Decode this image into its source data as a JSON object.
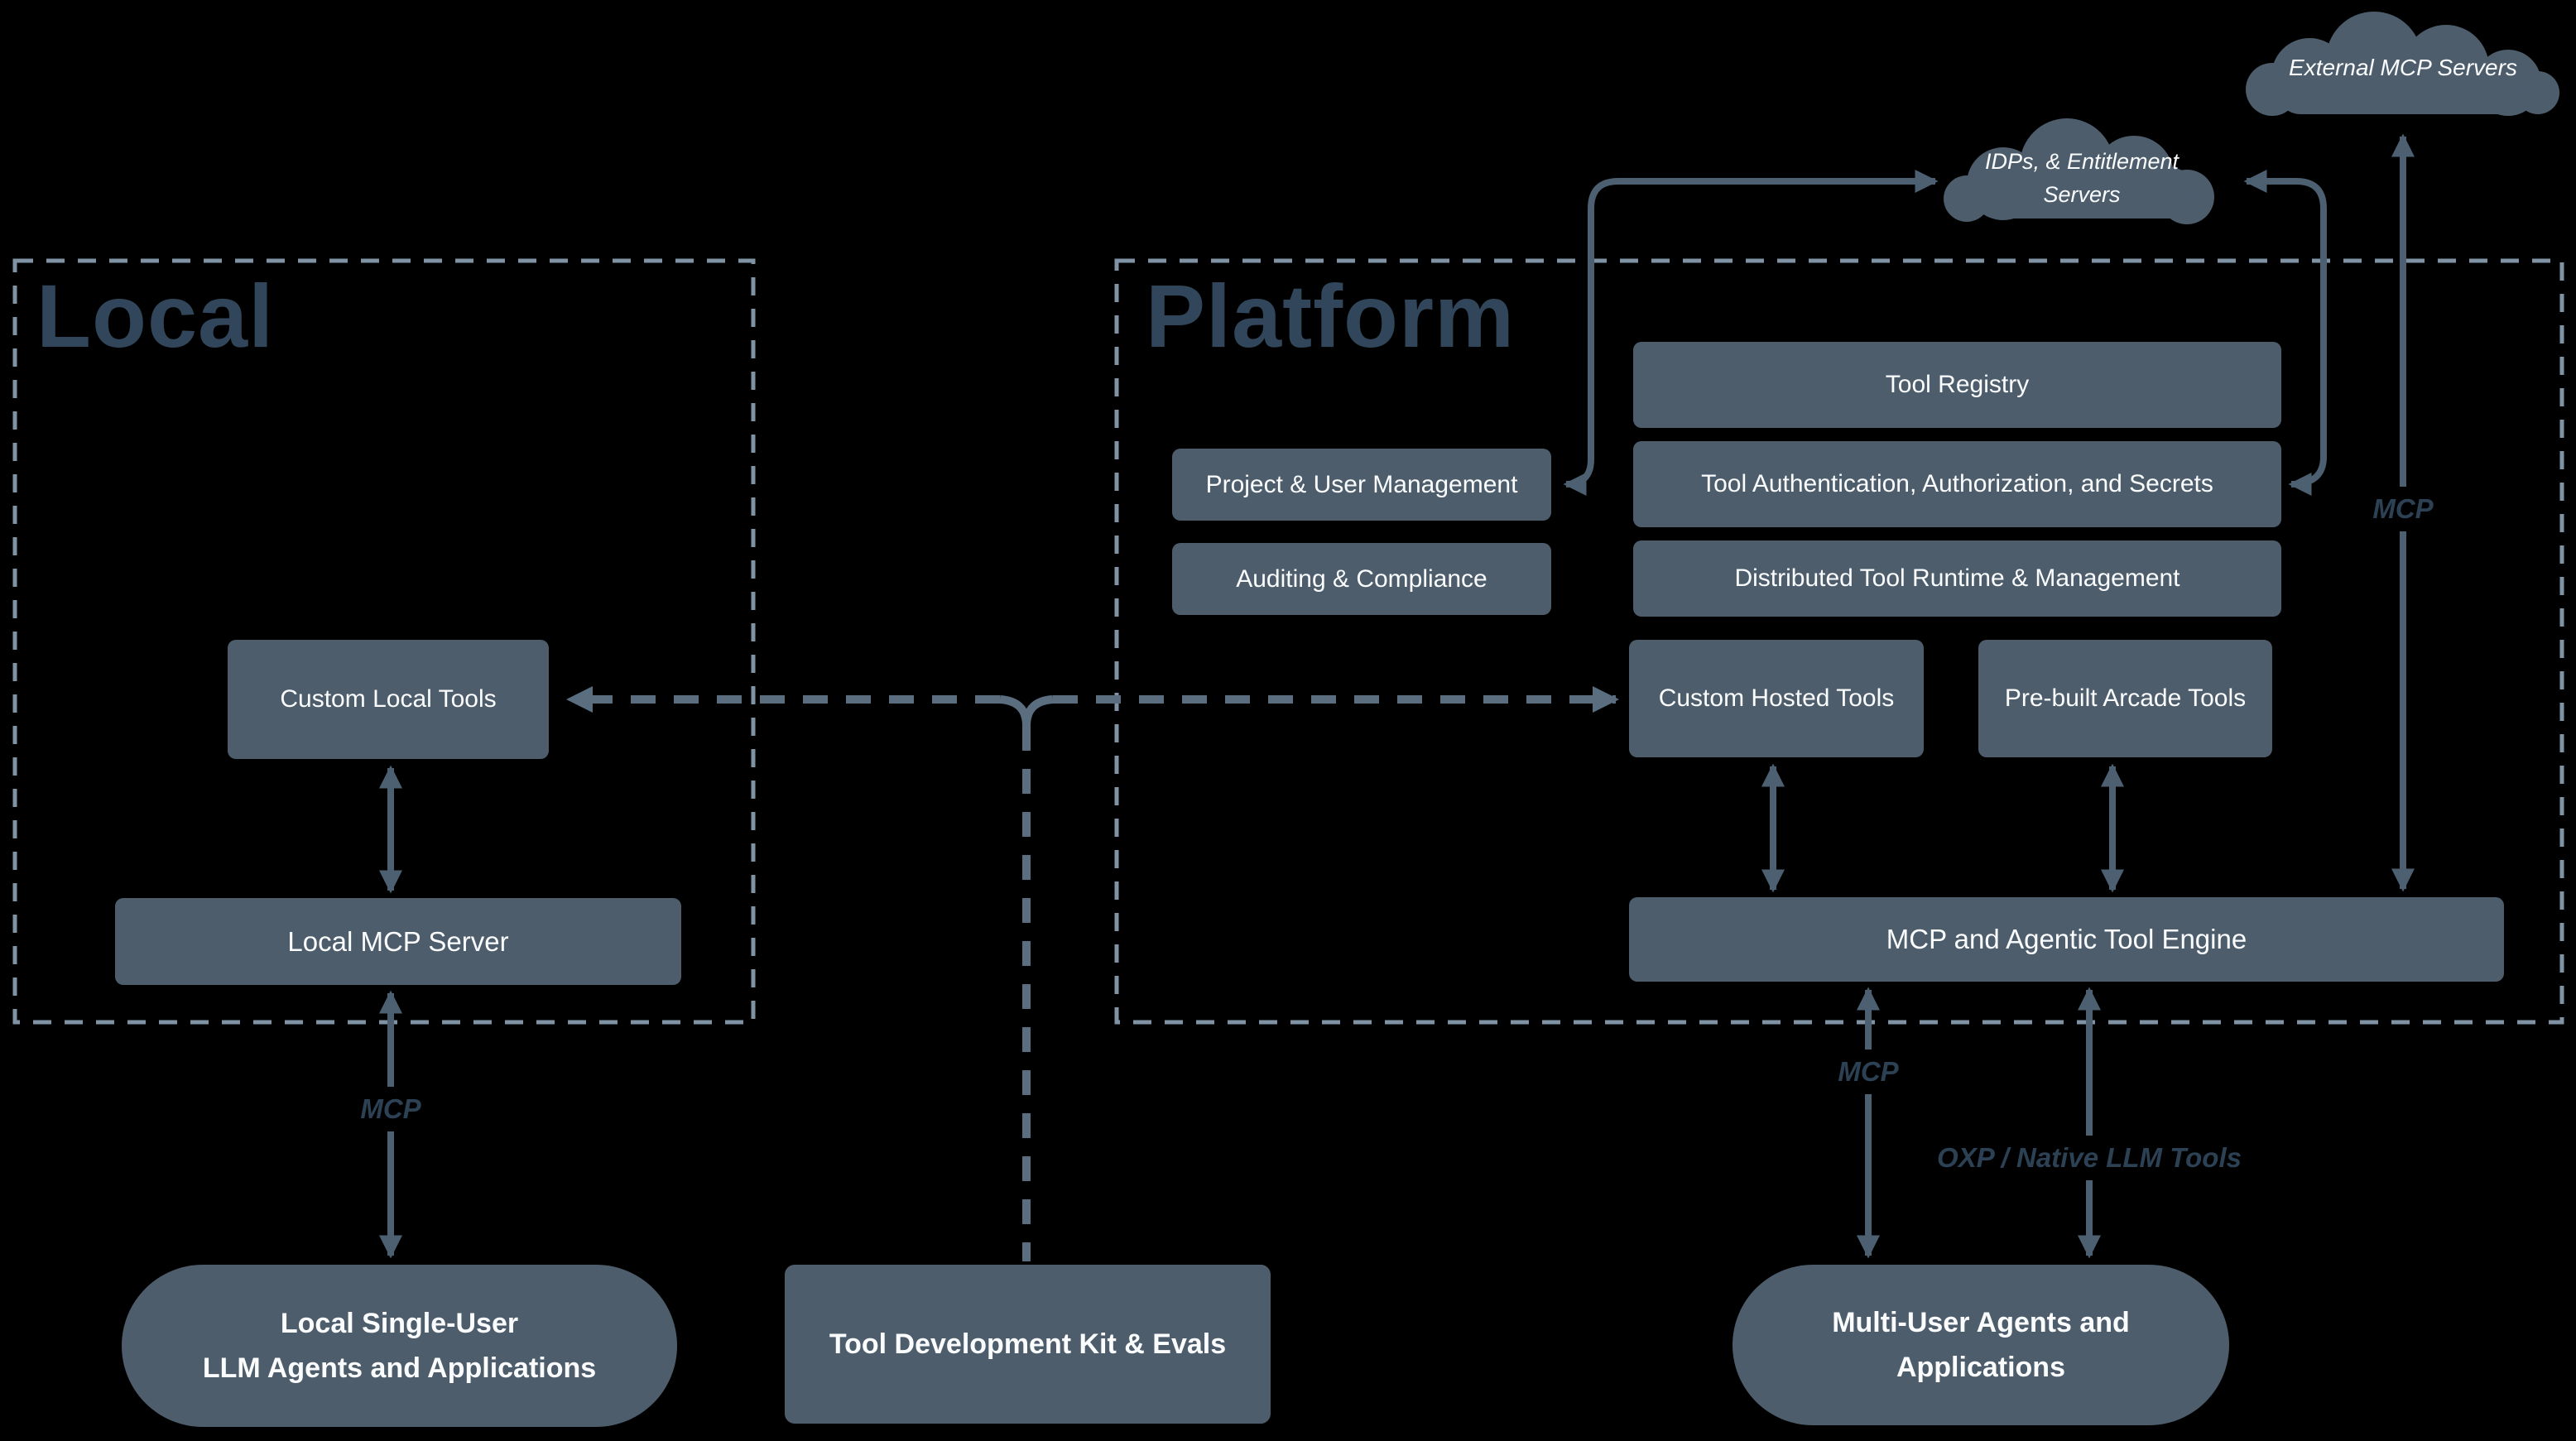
{
  "colors": {
    "background": "#000000",
    "node_fill": "#4d5d6c",
    "node_text": "#fafcfd",
    "border_dash": "#7f93a4",
    "connector_dash": "#5a6e80",
    "solid_arrow": "#4c6072",
    "dark_label": "#2c4154",
    "region_title": "#31465a"
  },
  "regions": {
    "local": {
      "title": "Local"
    },
    "platform": {
      "title": "Platform"
    }
  },
  "clouds": {
    "external": {
      "label": "External MCP Servers"
    },
    "idps": {
      "line1": "IDPs, & Entitlement",
      "line2": "Servers"
    }
  },
  "boxes": {
    "tool_registry": {
      "label": "Tool Registry"
    },
    "tool_auth": {
      "label": "Tool Authentication, Authorization, and Secrets"
    },
    "distributed_runtime": {
      "label": "Distributed Tool Runtime & Management"
    },
    "project_user_mgmt": {
      "label": "Project & User Management"
    },
    "auditing_compliance": {
      "label": "Auditing & Compliance"
    },
    "custom_hosted_tools": {
      "label": "Custom Hosted Tools"
    },
    "prebuilt_arcade_tools": {
      "label": "Pre-built Arcade Tools"
    },
    "custom_local_tools": {
      "label": "Custom Local Tools"
    },
    "local_mcp_server": {
      "label": "Local MCP Server"
    },
    "engine": {
      "label": "MCP and Agentic Tool Engine"
    },
    "tdk": {
      "label": "Tool Development Kit & Evals"
    }
  },
  "stadiums": {
    "local_agents": {
      "line1": "Local Single-User",
      "line2": "LLM Agents and Applications"
    },
    "multi_user_agents": {
      "line1": "Multi-User Agents and",
      "line2": "Applications"
    }
  },
  "labels": {
    "mcp": "MCP",
    "oxp": "OXP / Native LLM Tools"
  }
}
